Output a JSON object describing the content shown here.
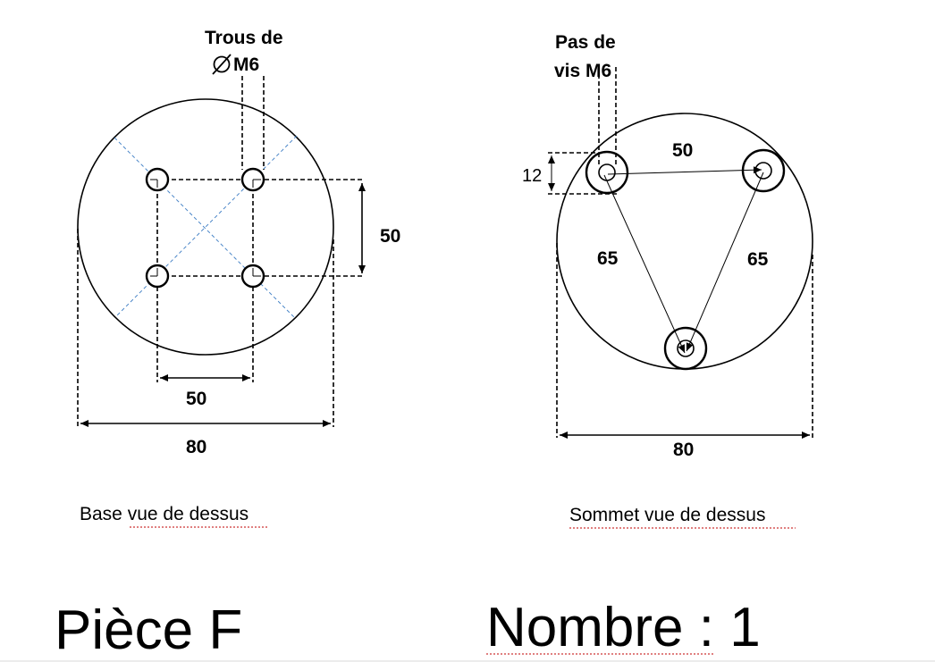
{
  "base_view": {
    "hole_label_line1": "Trous de",
    "hole_label_line2": "M6",
    "dim_vertical": "50",
    "dim_horizontal": "50",
    "dim_diameter": "80",
    "caption": "Base vue de dessus"
  },
  "top_view": {
    "thread_label_line1": "Pas de",
    "thread_label_line2": "vis M6",
    "dim_offset": "12",
    "dim_top": "50",
    "dim_left": "65",
    "dim_right": "65",
    "dim_diameter": "80",
    "caption": "Sommet vue de dessus"
  },
  "footer": {
    "piece_label": "Pièce F",
    "count_label": "Nombre : 1"
  },
  "colors": {
    "line": "#000000",
    "construction": "#4a86c8",
    "spellcheck": "#c00000"
  }
}
